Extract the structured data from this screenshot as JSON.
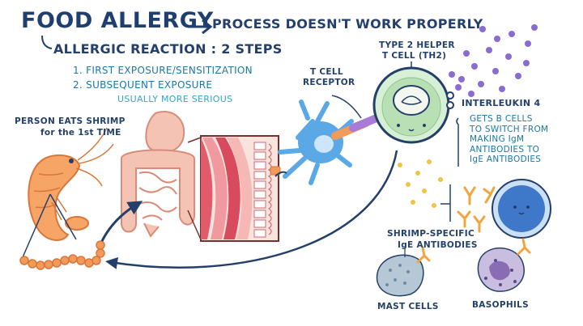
{
  "diagram": {
    "title": "Food Allergy",
    "subtitle": "Process doesn't work properly",
    "reaction_heading": "Allergic reaction : 2 steps",
    "step_1": "1. First exposure/sensitization",
    "step_2": "2. Subsequent exposure",
    "step_2_note": "Usually more serious",
    "shrimp_label_line1": "Person eats shrimp",
    "shrimp_label_line2": "for the 1st TIME",
    "t_cell_receptor_line1": "T cell",
    "t_cell_receptor_line2": "receptor",
    "th2_line1": "Type 2 helper",
    "th2_line2": "T cell (TH2)",
    "interleukin": "Interleukin 4",
    "b_cell_switch": [
      "Gets B cells",
      "to switch from",
      "making IgM",
      "antibodies to",
      "IgE antibodies"
    ],
    "ige_line1": "Shrimp-specific",
    "ige_line2": "IgE ANTIBODIES",
    "mast_cells": "Mast cells",
    "basophils": "Basophils"
  },
  "colors": {
    "ink": "#24406a",
    "step_text": "#1a78a8",
    "note_text": "#33a6c9",
    "shrimp": "#f29a59",
    "intestine": "#f5c3b4",
    "t_cell": "#cfe8d1",
    "b_cell": "#3f78c9",
    "cytokine": "#8a6cd1",
    "antibody": "#f0a53f"
  }
}
